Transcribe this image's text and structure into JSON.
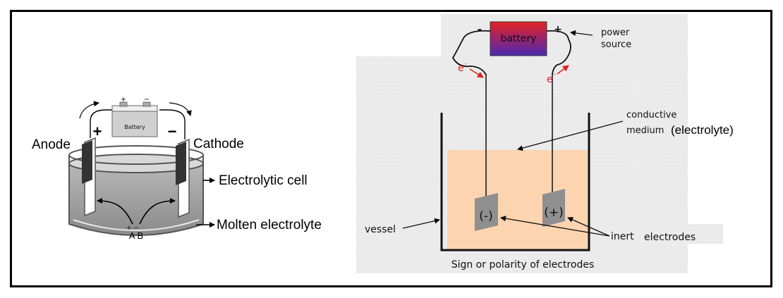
{
  "left_diagram": {
    "battery_label": "Battery",
    "anode_label": "Anode",
    "cathode_label": "Cathode",
    "plus_sign": "+",
    "minus_sign": "−",
    "battery_plus": "+",
    "battery_minus": "−",
    "cell_label": "Electrolytic cell",
    "electrolyte_label": "Molten electrolyte",
    "ion_labels": "A B",
    "ion_charges": "+  −"
  },
  "right_diagram": {
    "battery_label": "battery",
    "battery_minus": "-",
    "battery_plus": "+",
    "power_source_line1": "power",
    "power_source_line2": "source",
    "electron_label": "e",
    "electron_superscript": "-",
    "conductive_line1": "conductive",
    "conductive_line2": "medium",
    "electrolyte_label": "(electrolyte)",
    "vessel_label": "vessel",
    "neg_electrode": "(-)",
    "pos_electrode": "(+)",
    "inert_label": "inert",
    "electrodes_label": "electrodes",
    "caption": "Sign or polarity of electrodes"
  },
  "colors": {
    "electrolyte": "#fcd4b0",
    "background_panel": "#ededed",
    "battery_top": "#e32222",
    "battery_bottom": "#4a2ab0",
    "electron_red": "#e02020",
    "electrode_gray": "#8f8f8f"
  }
}
